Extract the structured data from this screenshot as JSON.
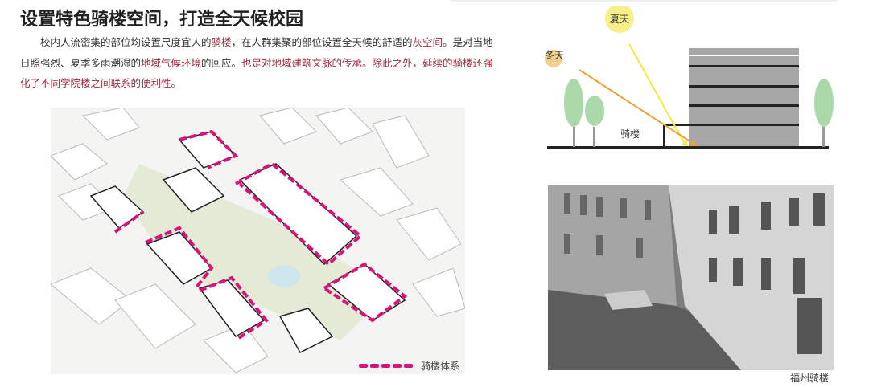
{
  "title": "设置特色骑楼空间，打造全天候校园",
  "paragraph": {
    "s1": "校内人流密集的部位均设置尺度宜人的",
    "h1": "骑楼",
    "s2": "，在人群集聚的部位设置全天候的舒适的",
    "h2": "灰空间",
    "s3": "。是对当地日照强烈、夏季多雨潮湿的",
    "h3": "地域气候环境",
    "s4": "的回应。",
    "h4": "也是对地域建筑文脉的传承。除此之外，延续的骑楼还强化了不同学院楼之间联系的便利性。"
  },
  "map": {
    "legend_label": "骑楼体系",
    "dash_color": "#d8137a"
  },
  "section": {
    "summer": "夏天",
    "winter": "冬天",
    "arcade": "骑楼"
  },
  "photo": {
    "caption": "福州骑楼"
  },
  "colors": {
    "accent": "#9b2a3c",
    "summer": "#f5ea60",
    "winter": "#e9a43a",
    "tree": "#acd9a9",
    "building": "#a7a7a7"
  }
}
